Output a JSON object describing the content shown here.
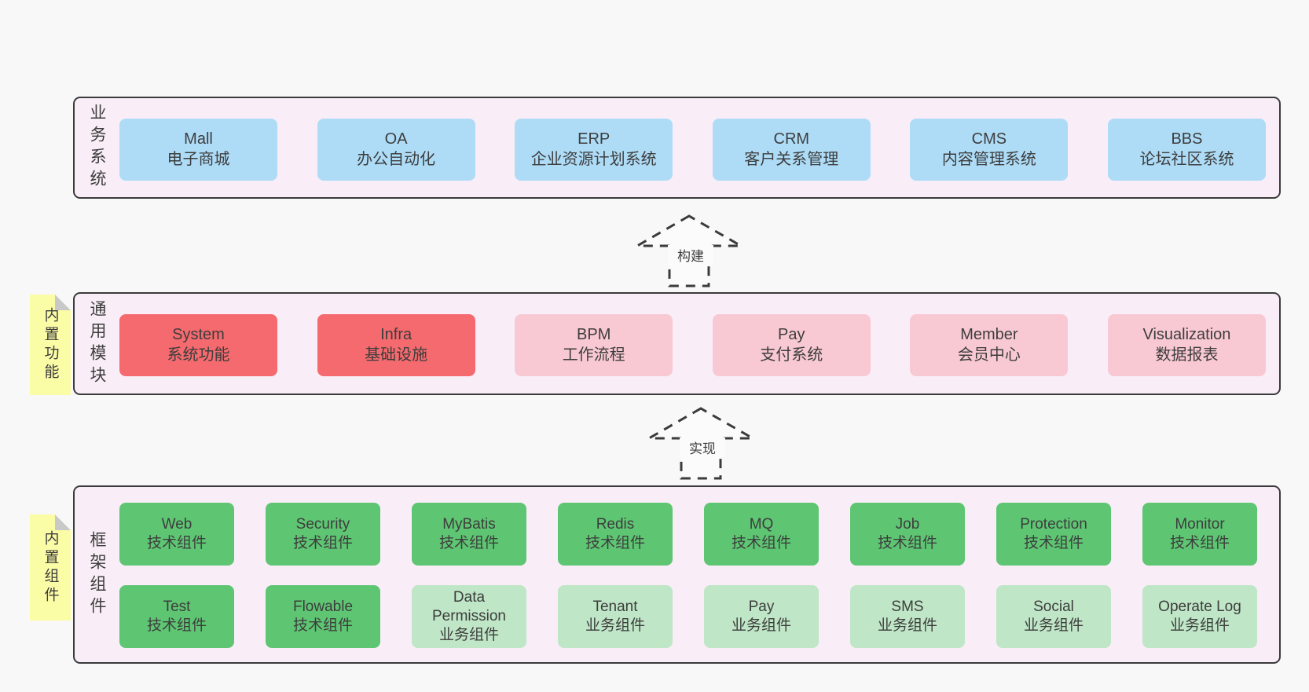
{
  "colors": {
    "page_bg": "#f8f8f8",
    "panel_bg": "#f9eef7",
    "panel_border": "#3b3b3b",
    "blue": "#aedcf7",
    "red": "#f56a6e",
    "pink": "#f9c9d3",
    "green": "#5ec673",
    "light_green": "#bfe6c6",
    "yellow": "#fbfca6",
    "sticky_fold": "#c8c8c8",
    "text": "#3d3d3d"
  },
  "tier1": {
    "side_label": "业务系统",
    "boxes": [
      {
        "title": "Mall",
        "subtitle": "电子商城",
        "variant": "blue"
      },
      {
        "title": "OA",
        "subtitle": "办公自动化",
        "variant": "blue"
      },
      {
        "title": "ERP",
        "subtitle": "企业资源计划系统",
        "variant": "blue"
      },
      {
        "title": "CRM",
        "subtitle": "客户关系管理",
        "variant": "blue"
      },
      {
        "title": "CMS",
        "subtitle": "内容管理系统",
        "variant": "blue"
      },
      {
        "title": "BBS",
        "subtitle": "论坛社区系统",
        "variant": "blue"
      }
    ]
  },
  "arrow1": {
    "label": "构建"
  },
  "tier2": {
    "side_label": "通用模块",
    "sticky_note": "内置功能",
    "boxes": [
      {
        "title": "System",
        "subtitle": "系统功能",
        "variant": "red"
      },
      {
        "title": "Infra",
        "subtitle": "基础设施",
        "variant": "red"
      },
      {
        "title": "BPM",
        "subtitle": "工作流程",
        "variant": "pink"
      },
      {
        "title": "Pay",
        "subtitle": "支付系统",
        "variant": "pink"
      },
      {
        "title": "Member",
        "subtitle": "会员中心",
        "variant": "pink"
      },
      {
        "title": "Visualization",
        "subtitle": "数据报表",
        "variant": "pink"
      }
    ]
  },
  "arrow2": {
    "label": "实现"
  },
  "tier3": {
    "side_label": "框架组件",
    "sticky_note": "内置组件",
    "row1": [
      {
        "title": "Web",
        "subtitle": "技术组件",
        "variant": "green"
      },
      {
        "title": "Security",
        "subtitle": "技术组件",
        "variant": "green"
      },
      {
        "title": "MyBatis",
        "subtitle": "技术组件",
        "variant": "green"
      },
      {
        "title": "Redis",
        "subtitle": "技术组件",
        "variant": "green"
      },
      {
        "title": "MQ",
        "subtitle": "技术组件",
        "variant": "green"
      },
      {
        "title": "Job",
        "subtitle": "技术组件",
        "variant": "green"
      },
      {
        "title": "Protection",
        "subtitle": "技术组件",
        "variant": "green"
      },
      {
        "title": "Monitor",
        "subtitle": "技术组件",
        "variant": "green"
      }
    ],
    "row2": [
      {
        "title": "Test",
        "subtitle": "技术组件",
        "variant": "green"
      },
      {
        "title": "Flowable",
        "subtitle": "技术组件",
        "variant": "green"
      },
      {
        "title": "Data Permission",
        "subtitle": "业务组件",
        "variant": "light-green"
      },
      {
        "title": "Tenant",
        "subtitle": "业务组件",
        "variant": "light-green"
      },
      {
        "title": "Pay",
        "subtitle": "业务组件",
        "variant": "light-green"
      },
      {
        "title": "SMS",
        "subtitle": "业务组件",
        "variant": "light-green"
      },
      {
        "title": "Social",
        "subtitle": "业务组件",
        "variant": "light-green"
      },
      {
        "title": "Operate Log",
        "subtitle": "业务组件",
        "variant": "light-green"
      }
    ]
  }
}
